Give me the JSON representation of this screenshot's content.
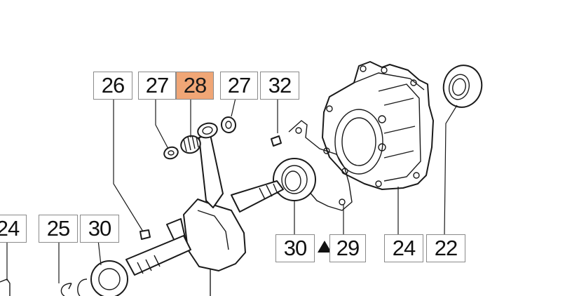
{
  "diagram": {
    "highlight_color": "#f0a676",
    "callouts": [
      {
        "id": "c26",
        "text": "26",
        "highlighted": false
      },
      {
        "id": "c27a",
        "text": "27",
        "highlighted": false
      },
      {
        "id": "c28",
        "text": "28",
        "highlighted": true
      },
      {
        "id": "c27b",
        "text": "27",
        "highlighted": false
      },
      {
        "id": "c32",
        "text": "32",
        "highlighted": false
      },
      {
        "id": "c24a",
        "text": "24",
        "highlighted": false
      },
      {
        "id": "c25",
        "text": "25",
        "highlighted": false
      },
      {
        "id": "c30a",
        "text": "30",
        "highlighted": false
      },
      {
        "id": "c30b",
        "text": "30",
        "highlighted": false
      },
      {
        "id": "c29",
        "text": "29",
        "highlighted": false
      },
      {
        "id": "c24b",
        "text": "24",
        "highlighted": false
      },
      {
        "id": "c22",
        "text": "22",
        "highlighted": false
      }
    ]
  }
}
